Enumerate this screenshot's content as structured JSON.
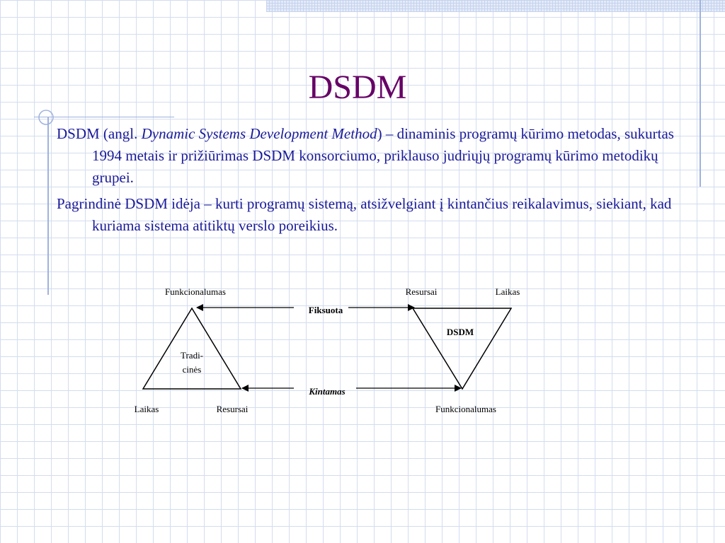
{
  "slide": {
    "title": "DSDM",
    "bullets": [
      {
        "before": "DSDM (angl. ",
        "emphasis": "Dynamic Systems Development Method",
        "after": ") – dinaminis programų kūrimo metodas, sukurtas 1994 metais ir prižiūrimas DSDM konsorciumo, priklauso judriųjų programų kūrimo metodikų grupei."
      },
      {
        "text": "Pagrindinė DSDM idėja – kurti programų sistemą, atsižvelgiant į kintančius reikalavimus, siekiant, kad kuriama sistema atitiktų verslo poreikius."
      }
    ]
  },
  "diagram": {
    "left_top": "Funkcionalumas",
    "left_bottom_left": "Laikas",
    "left_bottom_right": "Resursai",
    "left_center_line1": "Tradi-",
    "left_center_line2": "cinės",
    "fixed_label": "Fiksuota",
    "variable_label": "Kintamas",
    "right_top_left": "Resursai",
    "right_top_right": "Laikas",
    "right_center": "DSDM",
    "right_bottom": "Funkcionalumas"
  },
  "colors": {
    "title": "#660066",
    "body_text": "#1a1a99",
    "grid": "#d3dcef",
    "accent_line": "#9fb2df"
  }
}
